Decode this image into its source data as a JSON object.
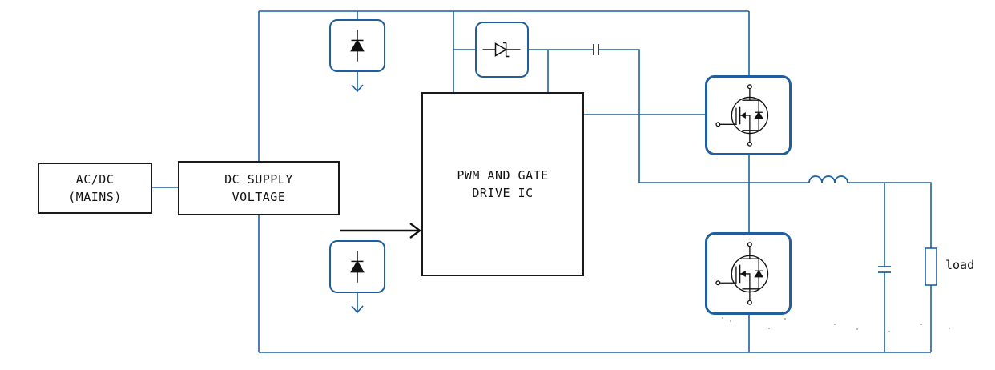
{
  "blocks": {
    "ac_dc": {
      "line1": "AC/DC",
      "line2": "(MAINS)"
    },
    "dc_supply": {
      "line1": "DC SUPPLY",
      "line2": "VOLTAGE"
    },
    "pwm": {
      "line1": "PWM AND GATE",
      "line2": "DRIVE IC"
    }
  },
  "load_label": "load",
  "colors": {
    "wire": "#1f5f9f",
    "block_border": "#1a1a1a",
    "component_border": "#1f5f9f",
    "arrow": "#111111"
  }
}
